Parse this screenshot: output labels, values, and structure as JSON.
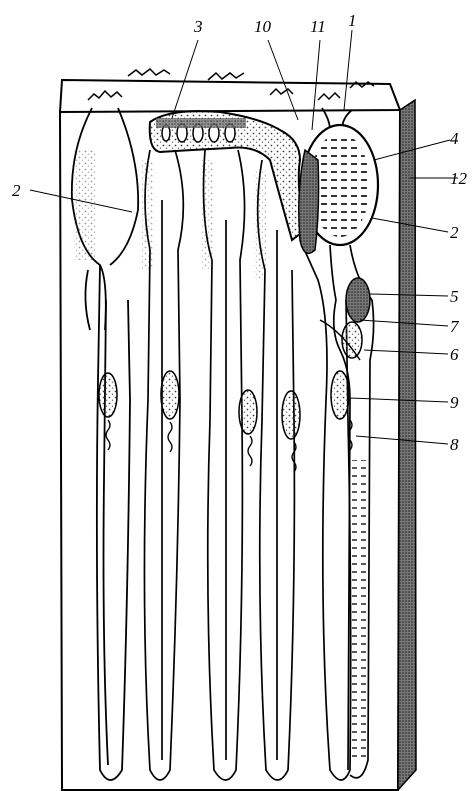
{
  "labels": {
    "l1": "1",
    "l2a": "2",
    "l2b": "2",
    "l3": "3",
    "l4": "4",
    "l5": "5",
    "l6": "6",
    "l7": "7",
    "l8": "8",
    "l9": "9",
    "l10": "10",
    "l11": "11",
    "l12": "12"
  },
  "colors": {
    "ink": "#000000",
    "stipple": "#555555",
    "side_face": "#3a3a3a",
    "paper": "#ffffff"
  }
}
